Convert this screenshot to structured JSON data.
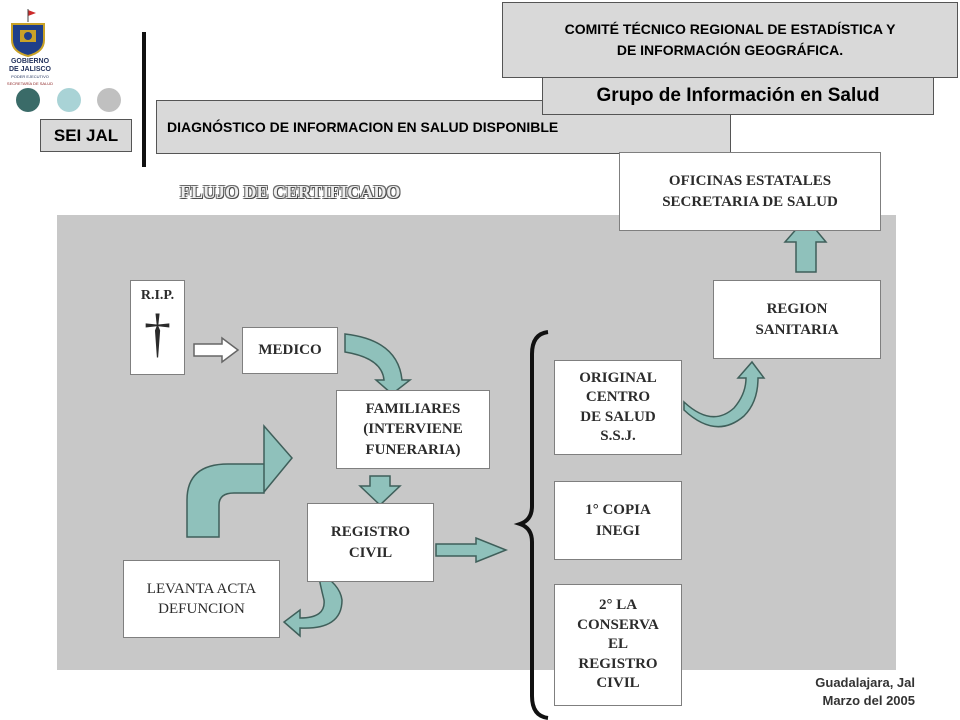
{
  "header": {
    "logo_lines": [
      "GOBIERNO",
      "DE JALISCO",
      "PODER EJECUTIVO",
      "SECRETARÍA DE SALUD"
    ],
    "sei_label": "SEI JAL",
    "committee_line1": "COMITÉ TÉCNICO REGIONAL DE ESTADÍSTICA Y",
    "committee_line2": "DE INFORMACIÓN GEOGRÁFICA.",
    "group_label": "Grupo de Información en Salud",
    "diagnosis_label": "DIAGNÓSTICO DE INFORMACION EN SALUD DISPONIBLE"
  },
  "diagram": {
    "title": "FLUJO DE CERTIFICADO",
    "rip_label": "R.I.P.",
    "cross_symbol": "†",
    "nodes": {
      "oficinas_line1": "OFICINAS ESTATALES",
      "oficinas_line2": "SECRETARIA DE SALUD",
      "region_line1": "REGION",
      "region_line2": "SANITARIA",
      "medico": "MEDICO",
      "familiares_line1": "FAMILIARES",
      "familiares_line2": "(INTERVIENE",
      "familiares_line3": "FUNERARIA)",
      "registro_line1": "REGISTRO",
      "registro_line2": "CIVIL",
      "levanta_line1": "LEVANTA ACTA",
      "levanta_line2": "DEFUNCION",
      "original_line1": "ORIGINAL",
      "original_line2": "CENTRO",
      "original_line3": "DE SALUD",
      "original_line4": "S.S.J.",
      "copia1_line1": "1° COPIA",
      "copia1_line2": "INEGI",
      "copia2_line1": "2° LA",
      "copia2_line2": "CONSERVA",
      "copia2_line3": "EL",
      "copia2_line4": "REGISTRO",
      "copia2_line5": "CIVIL"
    }
  },
  "footer": {
    "city": "Guadalajara, Jal",
    "date": "Marzo del 2005"
  },
  "colors": {
    "arrow_fill": "#8fc1bb",
    "arrow_stroke": "#3f5f5a",
    "panel_gray": "#c8c8c8",
    "header_gray": "#d9d9d9",
    "circle_dark": "#3a6b68",
    "circle_teal": "#a9d3d6",
    "circle_gray": "#c0c0c0"
  }
}
